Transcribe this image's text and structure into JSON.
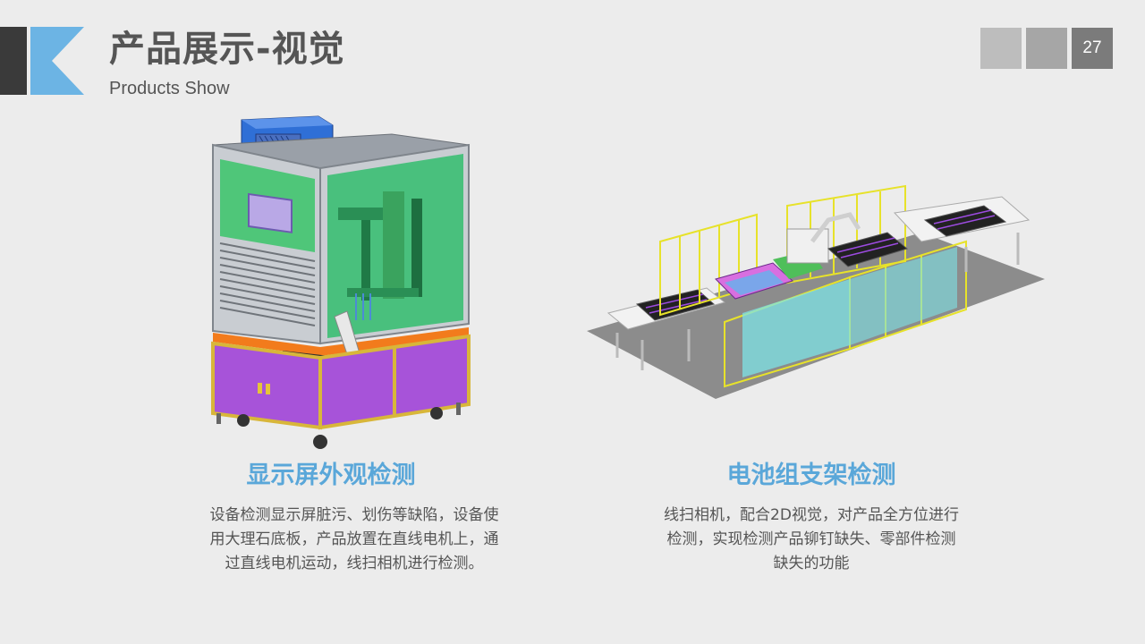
{
  "header": {
    "title": "产品展示-视觉",
    "subtitle": "Products Show",
    "page_number": "27",
    "accent_color": "#5aa7d9",
    "logo_dark_color": "#3a3a3a"
  },
  "products": [
    {
      "title": "显示屏外观检测",
      "description": "设备检测显示屏脏污、划伤等缺陷，设备使用大理石底板，产品放置在直线电机上，通过直线电机运动，线扫相机进行检测。"
    },
    {
      "title": "电池组支架检测",
      "description": "线扫相机，配合2D视觉，对产品全方位进行检测，实现检测产品铆钉缺失、零部件检测缺失的功能"
    }
  ]
}
